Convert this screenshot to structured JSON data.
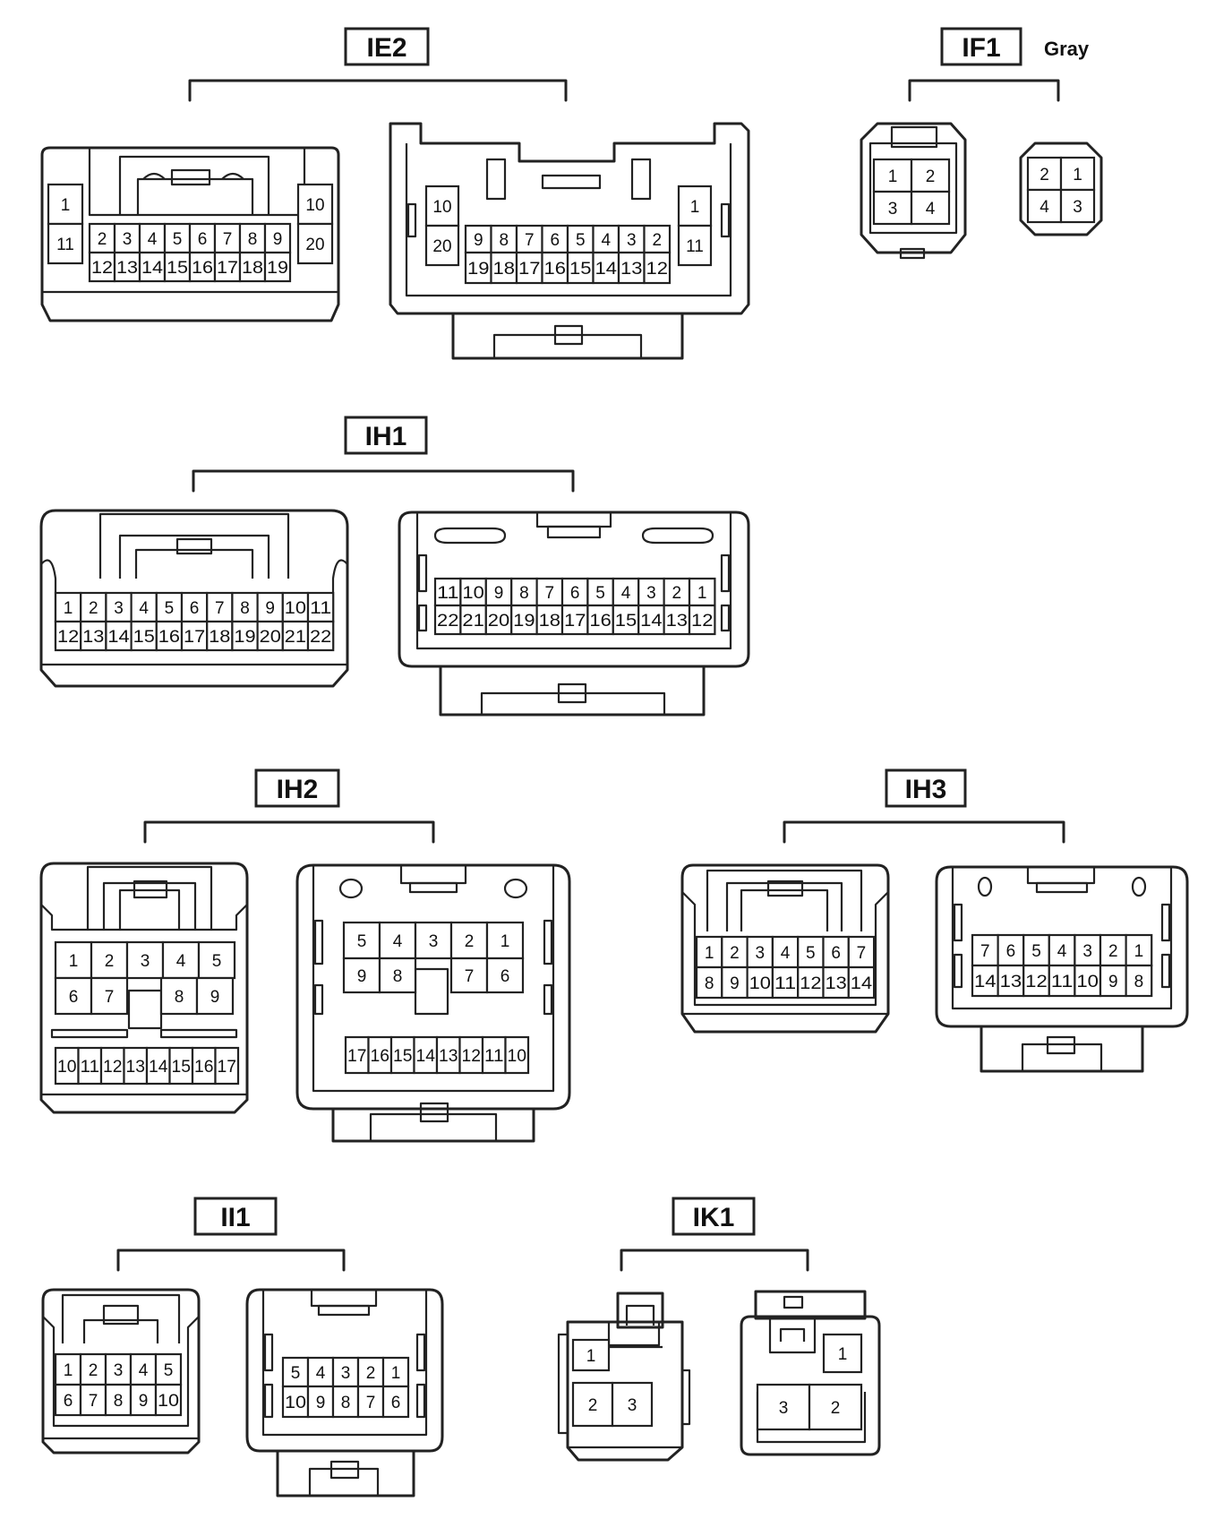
{
  "connectors": {
    "IE2": {
      "label": "IE2"
    },
    "IF1": {
      "label": "IF1",
      "note": "Gray"
    },
    "IH1": {
      "label": "IH1"
    },
    "IH2": {
      "label": "IH2"
    },
    "IH3": {
      "label": "IH3"
    },
    "II1": {
      "label": "II1"
    },
    "IK1": {
      "label": "IK1"
    }
  },
  "pins": {
    "ie2_female_top": [
      "2",
      "3",
      "4",
      "5",
      "6",
      "7",
      "8",
      "9"
    ],
    "ie2_female_bottom": [
      "12",
      "13",
      "14",
      "15",
      "16",
      "17",
      "18",
      "19"
    ],
    "ie2_female_left": [
      "1",
      "11"
    ],
    "ie2_female_right": [
      "10",
      "20"
    ],
    "ie2_male_top": [
      "9",
      "8",
      "7",
      "6",
      "5",
      "4",
      "3",
      "2"
    ],
    "ie2_male_bottom": [
      "19",
      "18",
      "17",
      "16",
      "15",
      "14",
      "13",
      "12"
    ],
    "ie2_male_left": [
      "10",
      "20"
    ],
    "ie2_male_right": [
      "1",
      "11"
    ],
    "if1_female": [
      "1",
      "2",
      "3",
      "4"
    ],
    "if1_male": [
      "2",
      "1",
      "4",
      "3"
    ],
    "ih1_female_top": [
      "1",
      "2",
      "3",
      "4",
      "5",
      "6",
      "7",
      "8",
      "9",
      "10",
      "11"
    ],
    "ih1_female_bottom": [
      "12",
      "13",
      "14",
      "15",
      "16",
      "17",
      "18",
      "19",
      "20",
      "21",
      "22"
    ],
    "ih1_male_top": [
      "11",
      "10",
      "9",
      "8",
      "7",
      "6",
      "5",
      "4",
      "3",
      "2",
      "1"
    ],
    "ih1_male_bottom": [
      "22",
      "21",
      "20",
      "19",
      "18",
      "17",
      "16",
      "15",
      "14",
      "13",
      "12"
    ],
    "ih2_female_top": [
      "1",
      "2",
      "3",
      "4",
      "5"
    ],
    "ih2_female_mid": [
      "6",
      "7",
      "8",
      "9"
    ],
    "ih2_female_bottom": [
      "10",
      "11",
      "12",
      "13",
      "14",
      "15",
      "16",
      "17"
    ],
    "ih2_male_top": [
      "5",
      "4",
      "3",
      "2",
      "1"
    ],
    "ih2_male_mid": [
      "9",
      "8",
      "7",
      "6"
    ],
    "ih2_male_bottom": [
      "17",
      "16",
      "15",
      "14",
      "13",
      "12",
      "11",
      "10"
    ],
    "ih3_female_top": [
      "1",
      "2",
      "3",
      "4",
      "5",
      "6",
      "7"
    ],
    "ih3_female_bottom": [
      "8",
      "9",
      "10",
      "11",
      "12",
      "13",
      "14"
    ],
    "ih3_male_top": [
      "7",
      "6",
      "5",
      "4",
      "3",
      "2",
      "1"
    ],
    "ih3_male_bottom": [
      "14",
      "13",
      "12",
      "11",
      "10",
      "9",
      "8"
    ],
    "ii1_female_top": [
      "1",
      "2",
      "3",
      "4",
      "5"
    ],
    "ii1_female_bottom": [
      "6",
      "7",
      "8",
      "9",
      "10"
    ],
    "ii1_male_top": [
      "5",
      "4",
      "3",
      "2",
      "1"
    ],
    "ii1_male_bottom": [
      "10",
      "9",
      "8",
      "7",
      "6"
    ],
    "ik1_female": [
      "1",
      "2",
      "3"
    ],
    "ik1_male": [
      "1",
      "3",
      "2"
    ]
  }
}
